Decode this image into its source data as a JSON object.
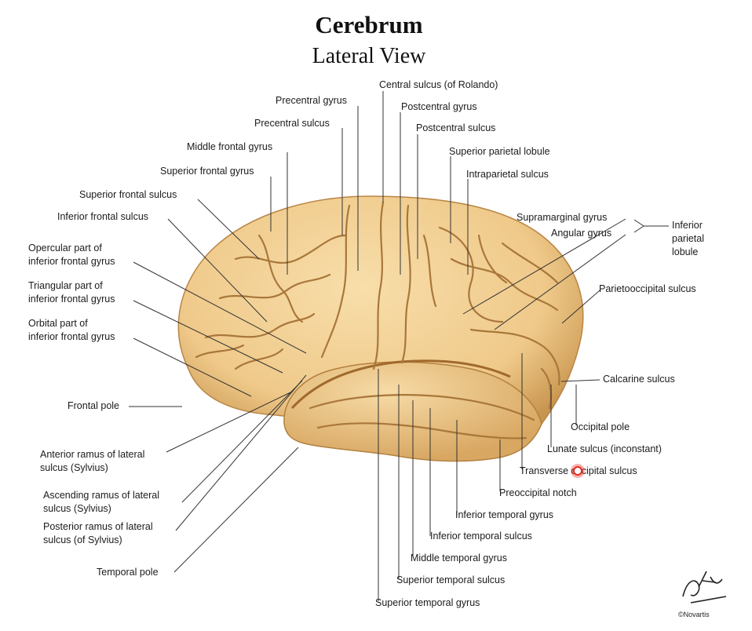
{
  "title": "Cerebrum",
  "subtitle": "Lateral View",
  "colors": {
    "brain_fill": "#f2cf8f",
    "brain_shadow": "#c9964f",
    "sulcus": "#a9773a",
    "leader": "#333333",
    "cursor": "#e82a1f"
  },
  "labels": {
    "central_sulcus": "Central sulcus (of Rolando)",
    "precentral_gyrus": "Precentral gyrus",
    "postcentral_gyrus": "Postcentral gyrus",
    "precentral_sulcus": "Precentral sulcus",
    "postcentral_sulcus": "Postcentral sulcus",
    "middle_frontal_gyrus": "Middle frontal gyrus",
    "superior_parietal_lobule": "Superior parietal lobule",
    "superior_frontal_gyrus": "Superior frontal gyrus",
    "intraparietal_sulcus": "Intraparietal sulcus",
    "superior_frontal_sulcus": "Superior frontal sulcus",
    "inferior_frontal_sulcus": "Inferior frontal sulcus",
    "supramarginal_gyrus": "Supramarginal gyrus",
    "angular_gyrus": "Angular gyrus",
    "inferior_parietal_lobule": "Inferior\nparietal\nlobule",
    "opercular_part": "Opercular part of\ninferior frontal gyrus",
    "triangular_part": "Triangular part of\ninferior frontal gyrus",
    "orbital_part": "Orbital part of\ninferior frontal gyrus",
    "parietooccipital_sulcus": "Parietooccipital sulcus",
    "frontal_pole": "Frontal pole",
    "calcarine_sulcus": "Calcarine sulcus",
    "occipital_pole": "Occipital pole",
    "anterior_ramus": "Anterior ramus of lateral\nsulcus (Sylvius)",
    "lunate_sulcus": "Lunate sulcus (inconstant)",
    "transverse_occipital_sulcus": "Transverse occipital sulcus",
    "ascending_ramus": "Ascending ramus of lateral\nsulcus (Sylvius)",
    "preoccipital_notch": "Preoccipital notch",
    "posterior_ramus": "Posterior ramus of lateral\nsulcus (of Sylvius)",
    "inferior_temporal_gyrus": "Inferior temporal gyrus",
    "inferior_temporal_sulcus": "Inferior temporal sulcus",
    "temporal_pole": "Temporal pole",
    "middle_temporal_gyrus": "Middle temporal gyrus",
    "superior_temporal_sulcus": "Superior temporal sulcus",
    "superior_temporal_gyrus": "Superior temporal gyrus"
  },
  "signature": "©Novartis"
}
